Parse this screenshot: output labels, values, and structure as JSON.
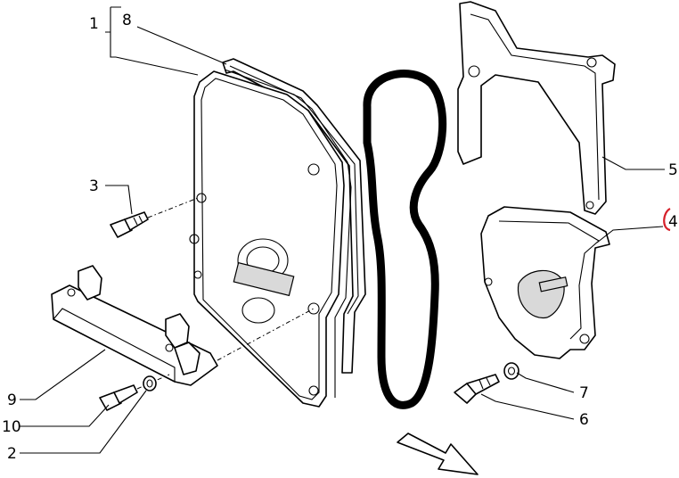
{
  "callouts": {
    "c1": "1",
    "c2": "2",
    "c3": "3",
    "c4": "4",
    "c5": "5",
    "c6": "6",
    "c7": "7",
    "c8": "8",
    "c9": "9",
    "c10": "10"
  },
  "colors": {
    "line": "#000000",
    "highlight": "#d6202a",
    "shade": "#d9d9d9"
  }
}
